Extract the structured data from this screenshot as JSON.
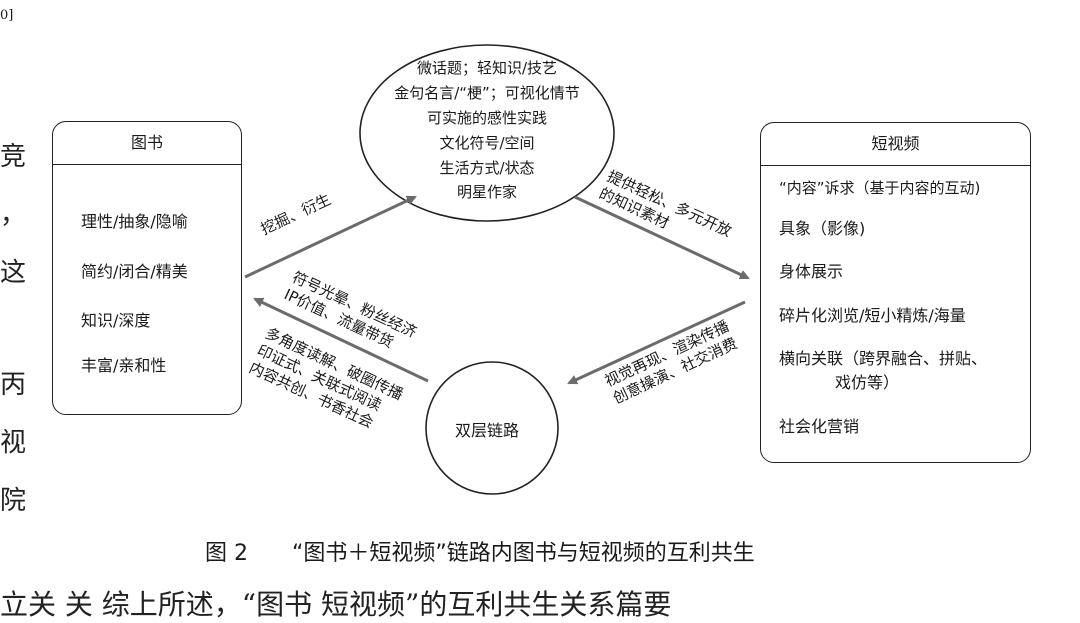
{
  "corner_mark": "0]",
  "left_margin_fragments": [
    "竞",
    "，",
    "这",
    "丙",
    "视",
    "院"
  ],
  "book_box": {
    "title": "图书",
    "items": [
      "理性/抽象/隐喻",
      "简约/闭合/精美",
      "知识/深度",
      "丰富/亲和性"
    ]
  },
  "video_box": {
    "title": "短视频",
    "items": [
      "“内容”诉求（基于内容的互动)",
      "具象（影像)",
      "身体展示",
      "碎片化浏览/短小精炼/海量",
      "横向关联（跨界融合、拼贴、",
      "戏仿等）",
      "社会化营销"
    ]
  },
  "top_ellipse": {
    "lines": [
      "微话题；轻知识/技艺",
      "金句名言/“梗”；可视化情节",
      "可实施的感性实践",
      "文化符号/空间",
      "生活方式/状态",
      "明星作家"
    ]
  },
  "bottom_circle": {
    "label": "双层链路"
  },
  "edge_labels": {
    "book_to_top": "挖掘、衍生",
    "top_to_video": [
      "提供轻松、多元开放",
      "的知识素材"
    ],
    "video_to_bottom": [
      "视觉再现、渲染传播",
      "创意操演、社交消费"
    ],
    "bottom_to_book_upper": [
      "符号光晕、粉丝经济",
      "IP价值、流量带货"
    ],
    "bottom_to_book_lower": [
      "多角度读解、破圈传播",
      "印证式、关联式阅读",
      "内容共创、书香社会"
    ]
  },
  "caption": {
    "figure_no": "图 2",
    "text": "“图书＋短视频”链路内图书与短视频的互利共生"
  },
  "bottom_fragment": "立关  关     综上所述，“图书 短视频”的互利共生关系篇要"
}
